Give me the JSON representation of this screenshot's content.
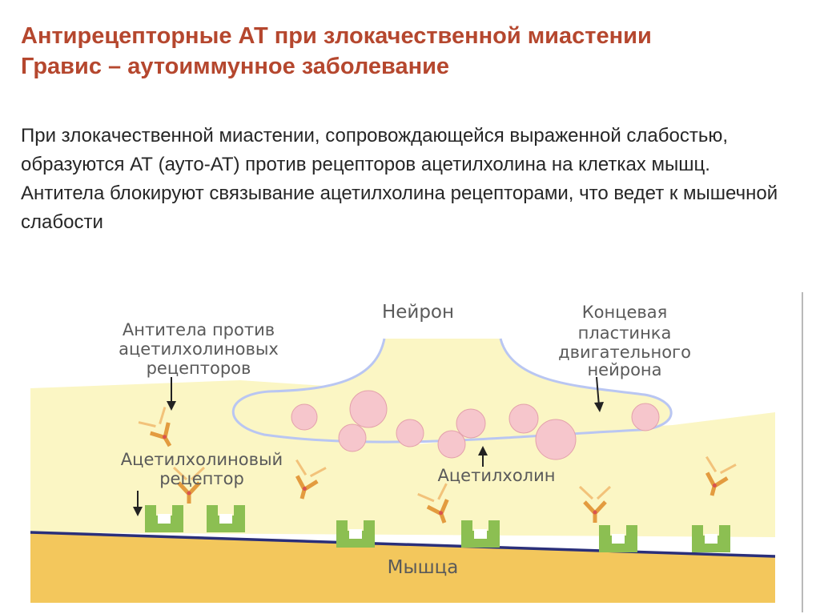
{
  "slide": {
    "title_line1": "Антирецепторные АТ при злокачественной миастении",
    "title_line2": "Гравис – аутоиммунное заболевание",
    "body": "При злокачественной миастении, сопровождающейся выраженной слабостью, образуются АТ (ауто-АТ) против рецепторов ацетилхолина на клетках мышц. Антитела блокируют связывание ацетилхолина рецепторами, что ведет к мышечной слабости"
  },
  "diagram": {
    "neuron": "Нейрон",
    "end_plate": [
      "Концевая",
      "пластинка",
      "двигательного",
      "нейрона"
    ],
    "antibodies": [
      "Антитела против",
      "ацетилхолиновых",
      "рецепторов"
    ],
    "receptor": [
      "Ацетилхолиновый",
      "рецептор"
    ],
    "acetylcholine": "Ацетилхолин",
    "muscle": "Мышца"
  },
  "colors": {
    "title": "#b5472e",
    "text": "#262626",
    "cleft": "#fbf6c4",
    "muscle": "#f3c75c",
    "membrane": "#2a2f7a",
    "vesicle": "#f6c6cc",
    "antibody": "#e39b3f",
    "receptor": "#8cbf52"
  }
}
